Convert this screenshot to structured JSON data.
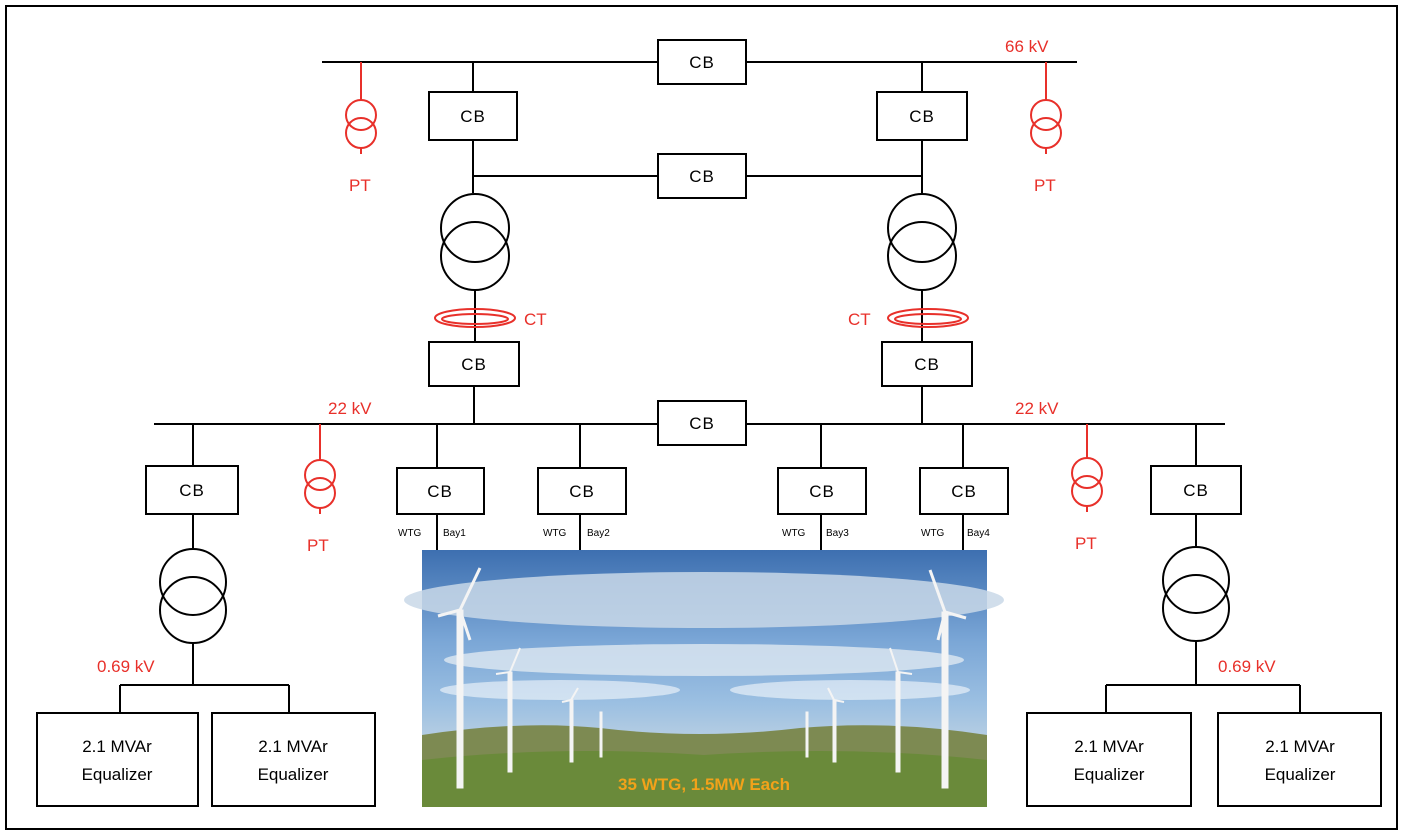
{
  "labels": {
    "cb": "CB",
    "pt": "PT",
    "ct": "CT",
    "kv66": "66 kV",
    "kv22": "22 kV",
    "kv069": "0.69 kV",
    "wtg": "WTG",
    "bay1": "Bay1",
    "bay2": "Bay2",
    "bay3": "Bay3",
    "bay4": "Bay4",
    "eq_line1": "2.1 MVAr",
    "eq_line2": "Equalizer",
    "photo_caption": "35 WTG, 1.5MW Each"
  },
  "colors": {
    "instrument": "#e8302a",
    "caption": "#f2a21a"
  }
}
